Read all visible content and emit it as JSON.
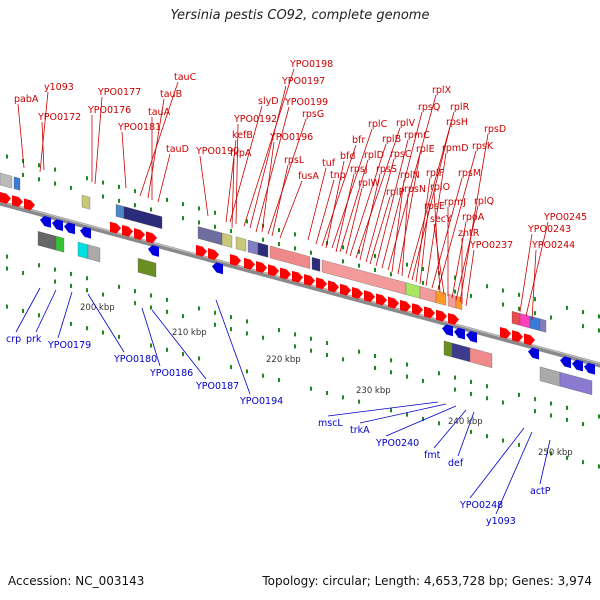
{
  "title": "Yersinia pestis CO92, complete genome",
  "footer": {
    "accession": "Accession: NC_003143",
    "stats": "Topology: circular; Length: 4,653,728 bp; Genes: 3,974"
  },
  "colors": {
    "forward_label": "#cc0000",
    "reverse_label": "#0000cc",
    "backbone": "#8a8a8a",
    "tick": "#1a8a1a"
  },
  "kbp_ticks": [
    "200 kbp",
    "210 kbp",
    "220 kbp",
    "230 kbp",
    "240 kbp",
    "250 kbp"
  ],
  "forward_genes": [
    "pabA",
    "y1093",
    "YPO0172",
    "YPO0177",
    "YPO0176",
    "YPO0181",
    "tauC",
    "tauB",
    "tauA",
    "tauD",
    "YPO0190",
    "slyD",
    "kefB",
    "YPO0192",
    "fkpA",
    "YPO0198",
    "YPO0197",
    "YPO0199",
    "YPO0196",
    "rpsG",
    "rpsL",
    "fusA",
    "tuf",
    "tnp",
    "bfr",
    "bfd",
    "rplC",
    "rpsJ",
    "rplD",
    "rplW",
    "rplB",
    "rplV",
    "rpsS",
    "rpsC",
    "rplP",
    "rpmC",
    "rpsQ",
    "rplX",
    "rplN",
    "rplE",
    "rpsN",
    "rplR",
    "rpsH",
    "rplF",
    "rpsE",
    "rpmD",
    "rpsM",
    "rpsK",
    "rplO",
    "secY",
    "rpmJ",
    "rpoA",
    "rplQ",
    "rpsD",
    "zntR",
    "YPO0237",
    "YPO0243",
    "YPO0245",
    "YPO0244"
  ],
  "reverse_genes": [
    "crp",
    "prk",
    "YPO0179",
    "YPO0180",
    "YPO0186",
    "YPO0187",
    "YPO0194",
    "mscL",
    "trkA",
    "YPO0240",
    "fmt",
    "def",
    "YPO0248",
    "y1093",
    "actP"
  ]
}
